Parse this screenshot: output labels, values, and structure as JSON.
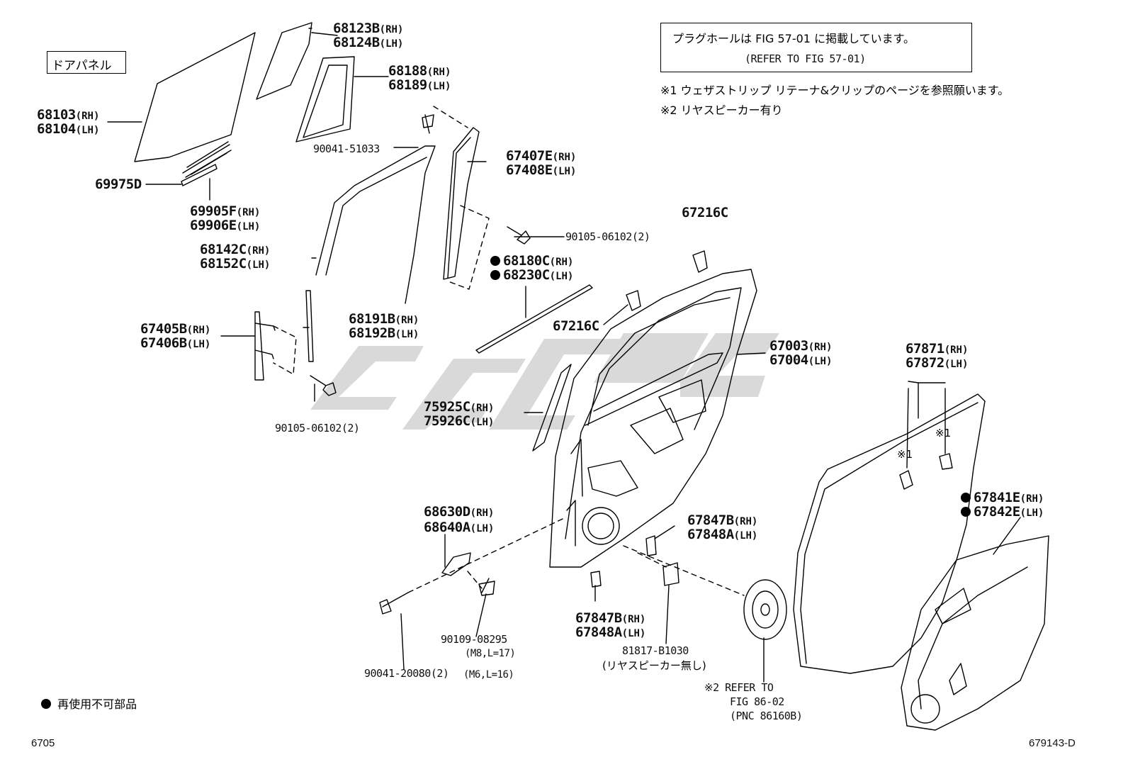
{
  "panel_label": "ドアパネル",
  "note_box": {
    "line1": "プラグホールは FIG 57-01 に掲載しています。",
    "line2": "(REFER TO FIG 57-01)"
  },
  "notes": [
    "※1 ウェザストリップ リテーナ&クリップのページを参照願います。",
    "※2 リヤスピーカー有り"
  ],
  "legend_non_reusable": "再使用不可部品",
  "page_code": "6705",
  "figure_code": "679143-D",
  "parts": {
    "p68123B": "68123B",
    "p68124B": "68124B",
    "p68188": "68188",
    "p68189": "68189",
    "p68103": "68103",
    "p68104": "68104",
    "p90041_51033": "90041-51033",
    "p69975D": "69975D",
    "p69905F": "69905F",
    "p69906E": "69906E",
    "p67407E": "67407E",
    "p67408E": "67408E",
    "p90105_06102_a": "90105-06102(2)",
    "p68142C": "68142C",
    "p68152C": "68152C",
    "p68180C": "68180C",
    "p68230C": "68230C",
    "p67216C_a": "67216C",
    "p67216C_b": "67216C",
    "p68191B": "68191B",
    "p68192B": "68192B",
    "p67405B": "67405B",
    "p67406B": "67406B",
    "p67003": "67003",
    "p67004": "67004",
    "p67871": "67871",
    "p67872": "67872",
    "p90105_06102_b": "90105-06102(2)",
    "p75925C": "75925C",
    "p75926C": "75926C",
    "p68630D": "68630D",
    "p68640A": "68640A",
    "p67847B_a": "67847B",
    "p67848A_a": "67848A",
    "p67847B_b": "67847B",
    "p67848A_b": "67848A",
    "p67841E": "67841E",
    "p67842E": "67842E",
    "p90109_08295": "90109-08295",
    "p90109_spec": "(M8,L=17)",
    "p90041_20080": "90041-20080(2)",
    "p90041_spec": "(M6,L=16)",
    "p81817": "81817-B1030",
    "p81817_note": "(リヤスピーカー無し)",
    "speaker_ref1": "※2 REFER TO",
    "speaker_ref2": "FIG 86-02",
    "speaker_ref3": "(PNC 86160B)"
  },
  "side_tags": {
    "rh": "(RH)",
    "lh": "(LH)"
  },
  "star1": "※1"
}
